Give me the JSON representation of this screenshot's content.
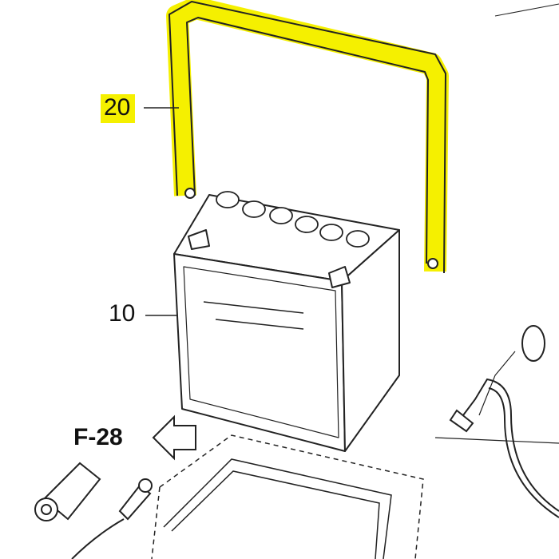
{
  "diagram": {
    "callouts": [
      {
        "label": "20",
        "part": "battery-strap",
        "highlighted": true
      },
      {
        "label": "10",
        "part": "battery"
      }
    ],
    "reference": {
      "label": "F-28"
    },
    "highlight_color": "#f5f000",
    "line_color": "#222222"
  }
}
